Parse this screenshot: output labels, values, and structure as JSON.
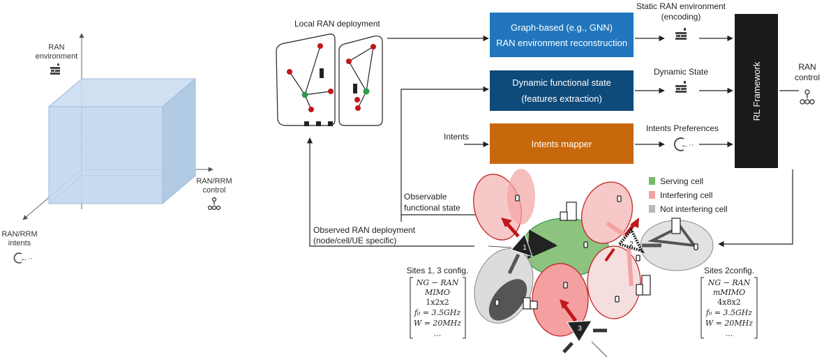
{
  "cube": {
    "axis_z_label": [
      "RAN",
      "environment"
    ],
    "axis_x_label": [
      "RAN/RRM",
      "control"
    ],
    "axis_y_label": [
      "RAN/RRM",
      "intents"
    ]
  },
  "deployment": {
    "title": "Local RAN deployment",
    "ellipsis": "■ ■ ■"
  },
  "boxes": {
    "gnn": {
      "line1": "Graph-based (e.g., GNN)",
      "line2": "RAN environment reconstruction",
      "color": "#2176bd"
    },
    "dyn": {
      "line1": "Dynamic functional state",
      "line2": "(features extraction)",
      "color": "#0e4a7a"
    },
    "intents": {
      "label": "Intents mapper",
      "color": "#c8680c"
    },
    "rl": {
      "label": "RL Framework",
      "color": "#1a1a1a"
    }
  },
  "labels": {
    "static_env": [
      "Static RAN environment",
      "(encoding)"
    ],
    "dynamic_state": "Dynamic State",
    "intents_in": "Intents",
    "intents_pref": "Intents Preferences",
    "ran_control": [
      "RAN",
      "control"
    ],
    "observable": [
      "Observable",
      "functional state"
    ],
    "observed": [
      "Observed RAN deployment",
      "(node/cell/UE specific)"
    ]
  },
  "legend": [
    {
      "label": "Serving cell",
      "color": "#7ab96a"
    },
    {
      "label": "Interfering cell",
      "color": "#f3a3a3"
    },
    {
      "label": "Not interfering cell",
      "color": "#b8b8b8"
    }
  ],
  "sites_13": {
    "title": "Sites 1, 3 config.",
    "rows": [
      "NG − RAN",
      "MIMO",
      "1x2x2",
      "f₀ = 3.5GHz",
      "W = 20MHz",
      "..."
    ]
  },
  "sites_2": {
    "title": "Sites 2config.",
    "rows": [
      "NG − RAN",
      "mMIMO",
      "4x8x2",
      "f₀ = 3.5GHz",
      "W = 20MHz",
      "..."
    ]
  },
  "site_numbers": [
    "1",
    "2",
    "3"
  ]
}
